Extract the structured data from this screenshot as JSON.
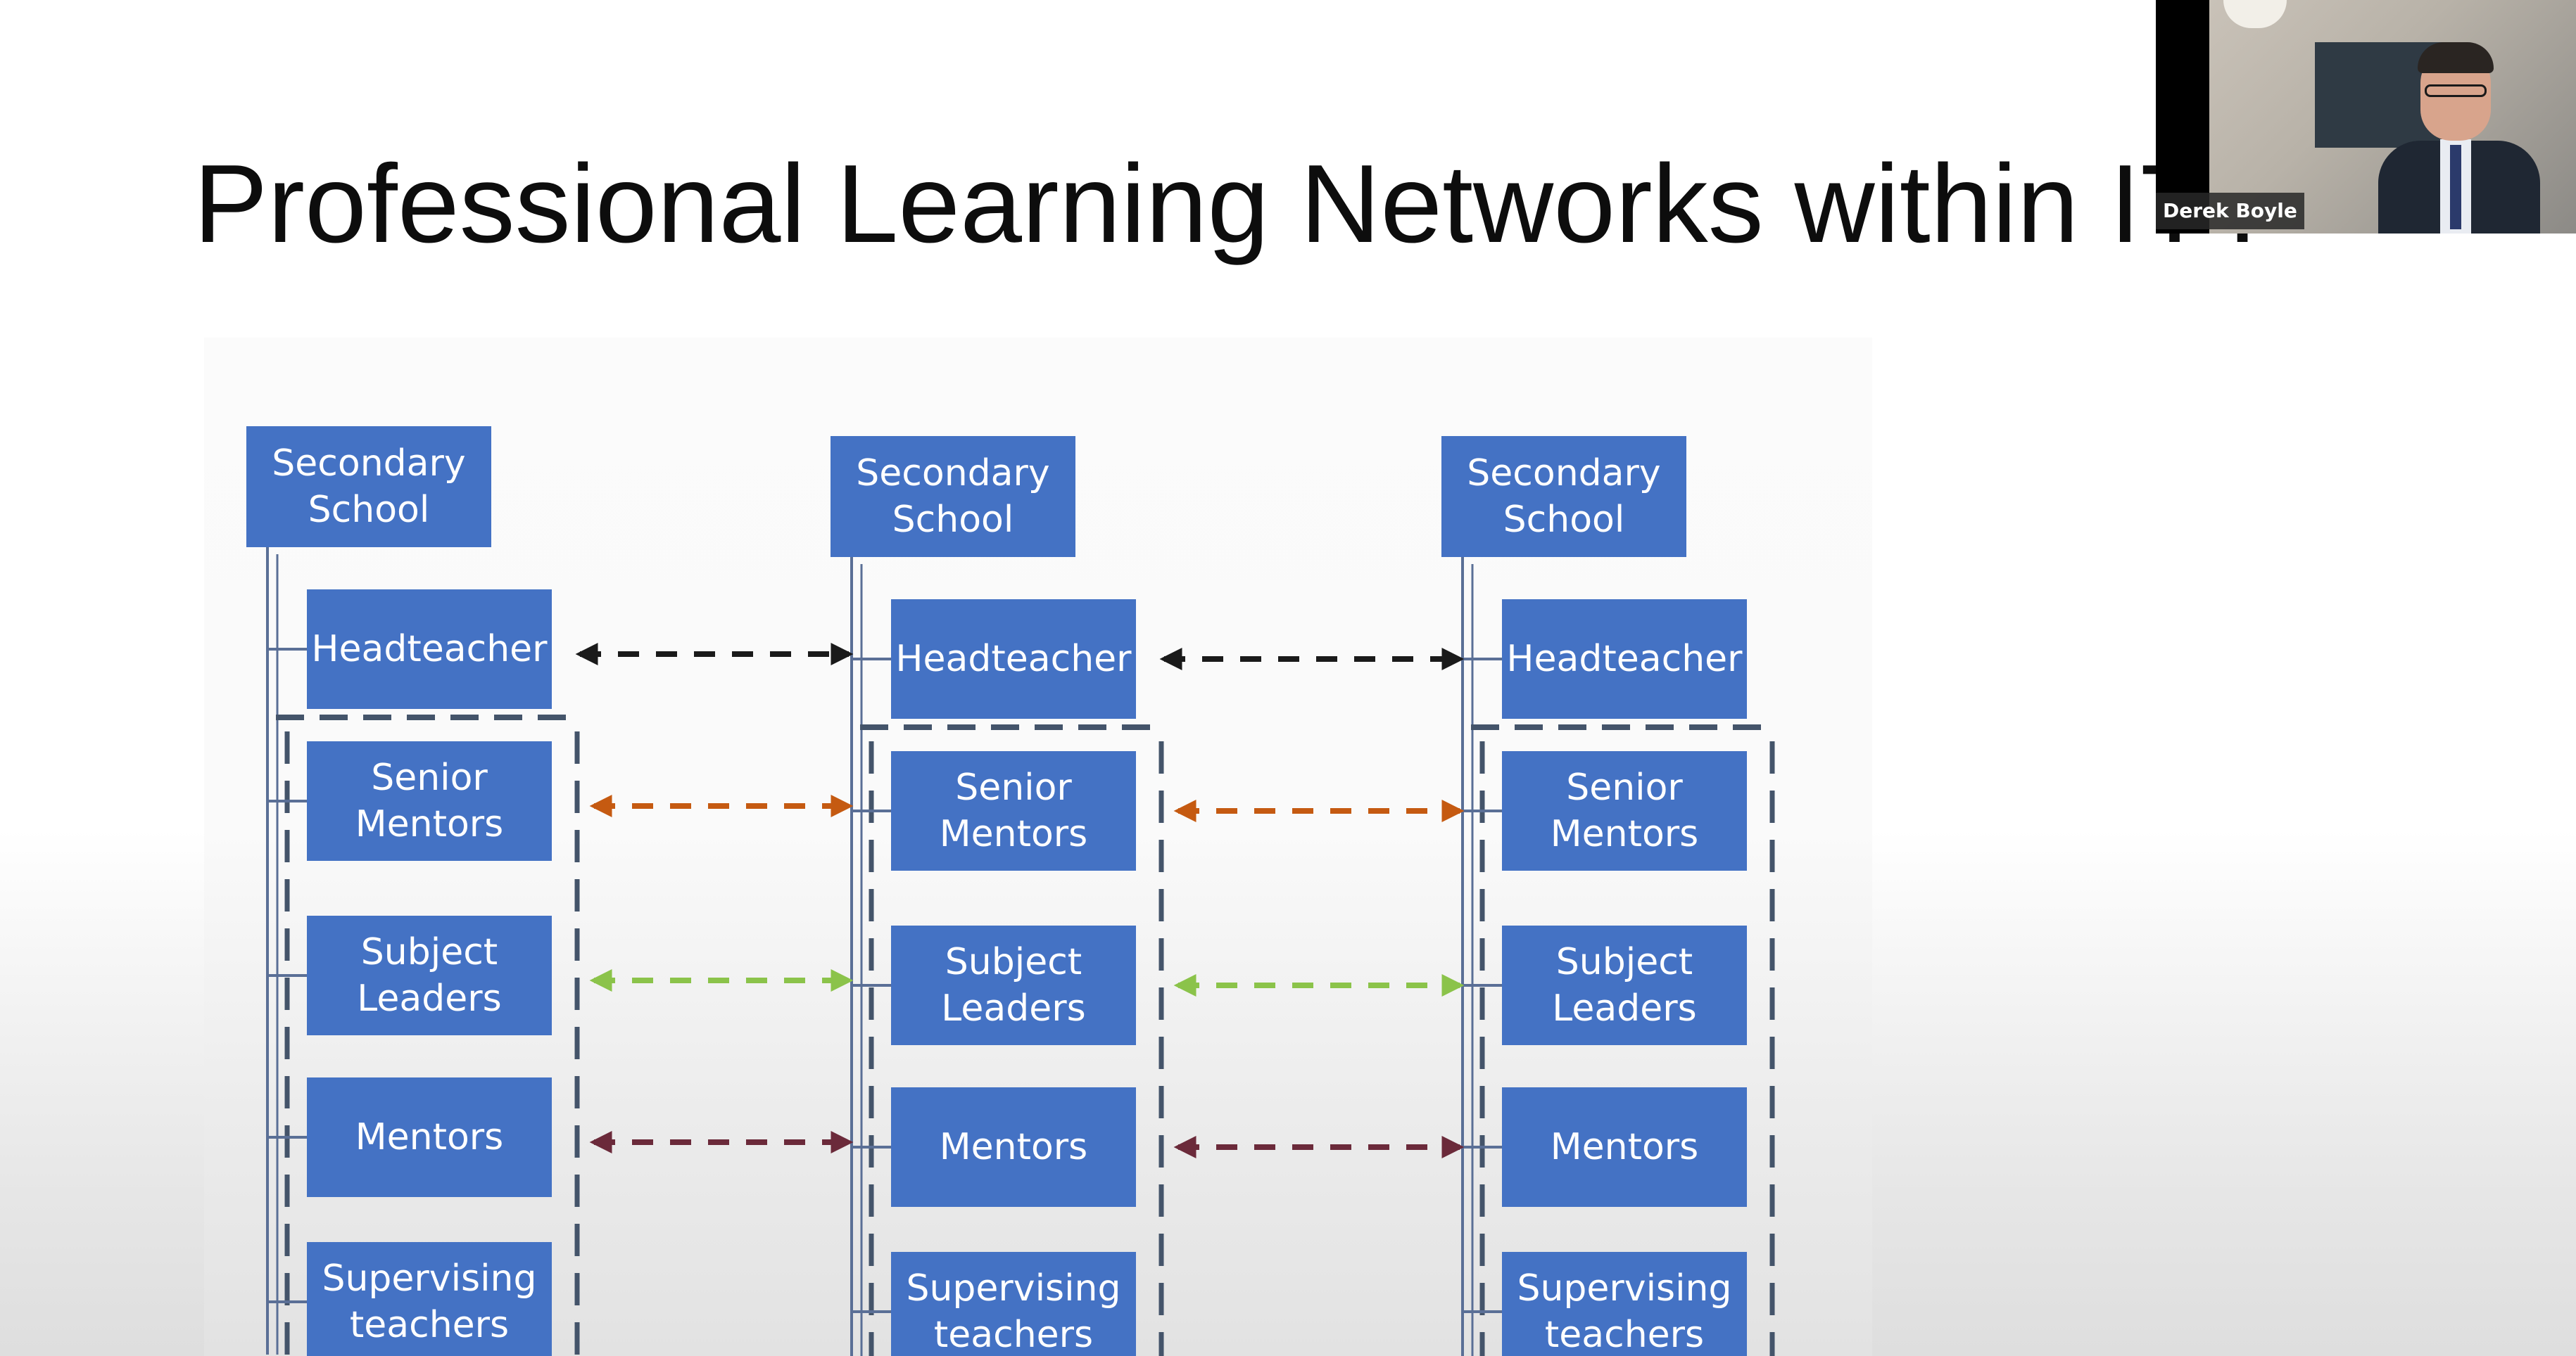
{
  "slide": {
    "title": "Professional Learning Networks within ITT"
  },
  "diagram": {
    "columns": [
      {
        "school": "Secondary\nSchool",
        "roles": [
          "Headteacher",
          "Senior\nMentors",
          "Subject\nLeaders",
          "Mentors",
          "Supervising\nteachers"
        ]
      },
      {
        "school": "Secondary\nSchool",
        "roles": [
          "Headteacher",
          "Senior\nMentors",
          "Subject\nLeaders",
          "Mentors",
          "Supervising\nteachers"
        ]
      },
      {
        "school": "Secondary\nSchool",
        "roles": [
          "Headteacher",
          "Senior\nMentors",
          "Subject\nLeaders",
          "Mentors",
          "Supervising\nteachers"
        ]
      }
    ],
    "colors": {
      "box_fill": "#4472c4",
      "box_text": "#ffffff",
      "tree_line": "#5a6f96",
      "group_dash": "#44546a",
      "headteacher_link": "#1a1a1a",
      "senior_mentors_link": "#c55a11",
      "subject_leaders_link": "#8bc34a",
      "mentors_link": "#6b2a3a"
    }
  },
  "video": {
    "participant_name": "Derek Boyle"
  }
}
